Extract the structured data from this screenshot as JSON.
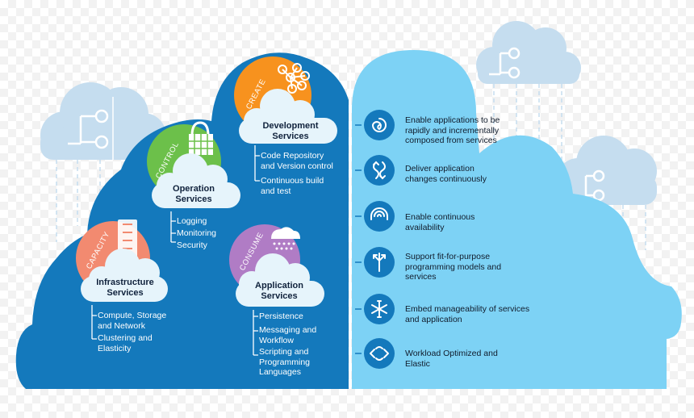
{
  "colors": {
    "left_cloud": "#1479bc",
    "right_cloud": "#7dd2f5",
    "capacity": "#f28a70",
    "control": "#6cc04a",
    "create": "#f7921e",
    "consume": "#b07cc5",
    "white_cloud": "#e6f4fb",
    "bg_cloud": "#c5ddef"
  },
  "services": {
    "development": {
      "label": "CREATE",
      "icon": "network-nodes-icon",
      "title": [
        "Development",
        "Services"
      ],
      "items": [
        [
          "Code Repository",
          "and Version control"
        ],
        [
          "Continuous build",
          "and test"
        ]
      ]
    },
    "operation": {
      "label": "CONTROL",
      "icon": "padlock-grid-icon",
      "title": [
        "Operation",
        "Services"
      ],
      "items": [
        [
          "Logging"
        ],
        [
          "Monitoring"
        ],
        [
          "Security"
        ]
      ]
    },
    "infrastructure": {
      "label": "CAPACITY",
      "icon": "server-rack-icon",
      "title": [
        "Infrastructure",
        "Services"
      ],
      "items": [
        [
          "Compute, Storage",
          "and Network"
        ],
        [
          "Clustering and",
          "Elasticity"
        ]
      ]
    },
    "application": {
      "label": "CONSUME",
      "icon": "cloud-rain-icon",
      "title": [
        "Application",
        "Services"
      ],
      "items": [
        [
          "Persistence"
        ],
        [
          "Messaging and",
          "Workflow"
        ],
        [
          "Scripting and",
          "Programming",
          "Languages"
        ]
      ]
    }
  },
  "benefits": [
    {
      "icon": "spiral-icon",
      "lines": [
        "Enable applications to be",
        "rapidly and incrementally",
        "composed from services"
      ]
    },
    {
      "icon": "continuous-arrows-icon",
      "lines": [
        "Deliver application",
        "changes continuously"
      ]
    },
    {
      "icon": "concentric-rings-icon",
      "lines": [
        "Enable continuous",
        "availability"
      ]
    },
    {
      "icon": "branching-arrows-icon",
      "lines": [
        "Support fit-for-purpose",
        "programming models and",
        "services"
      ]
    },
    {
      "icon": "snowflake-network-icon",
      "lines": [
        "Embed manageability of services",
        "and application"
      ]
    },
    {
      "icon": "optimize-arrows-icon",
      "lines": [
        "Workload Optimized and",
        "Elastic"
      ]
    }
  ]
}
